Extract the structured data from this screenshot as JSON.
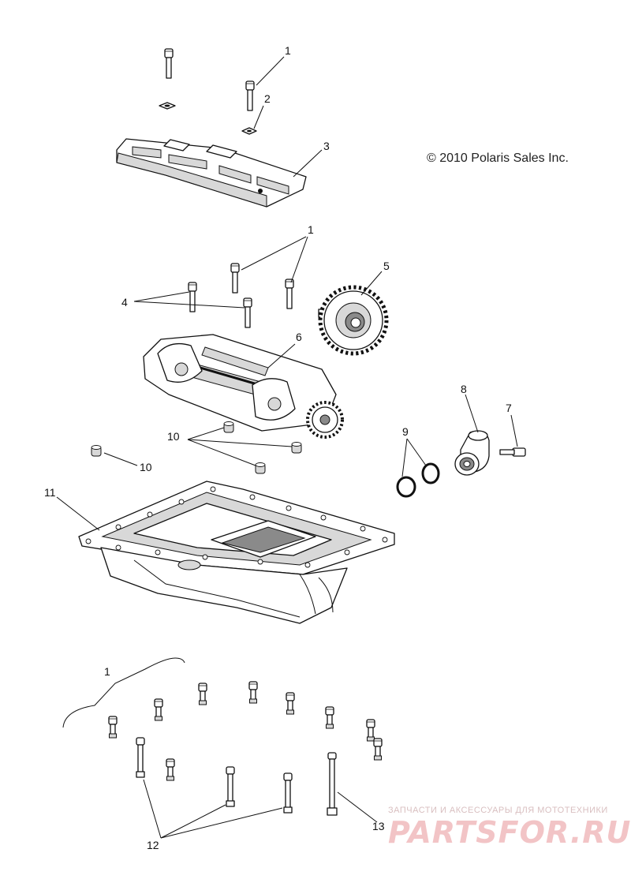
{
  "copyright": "© 2010 Polaris Sales Inc.",
  "callouts": {
    "c1_top": "1",
    "c2": "2",
    "c3": "3",
    "c1_mid": "1",
    "c5": "5",
    "c4": "4",
    "c6": "6",
    "c8": "8",
    "c7": "7",
    "c9": "9",
    "c10_a": "10",
    "c10_b": "10",
    "c11": "11",
    "c1_bottom": "1",
    "c12": "12",
    "c13": "13"
  },
  "watermark": {
    "tagline": "ЗАПЧАСТИ И АКСЕССУАРЫ ДЛЯ МОТОТЕХНИКИ",
    "brand": "PARTSFOR.RU"
  }
}
